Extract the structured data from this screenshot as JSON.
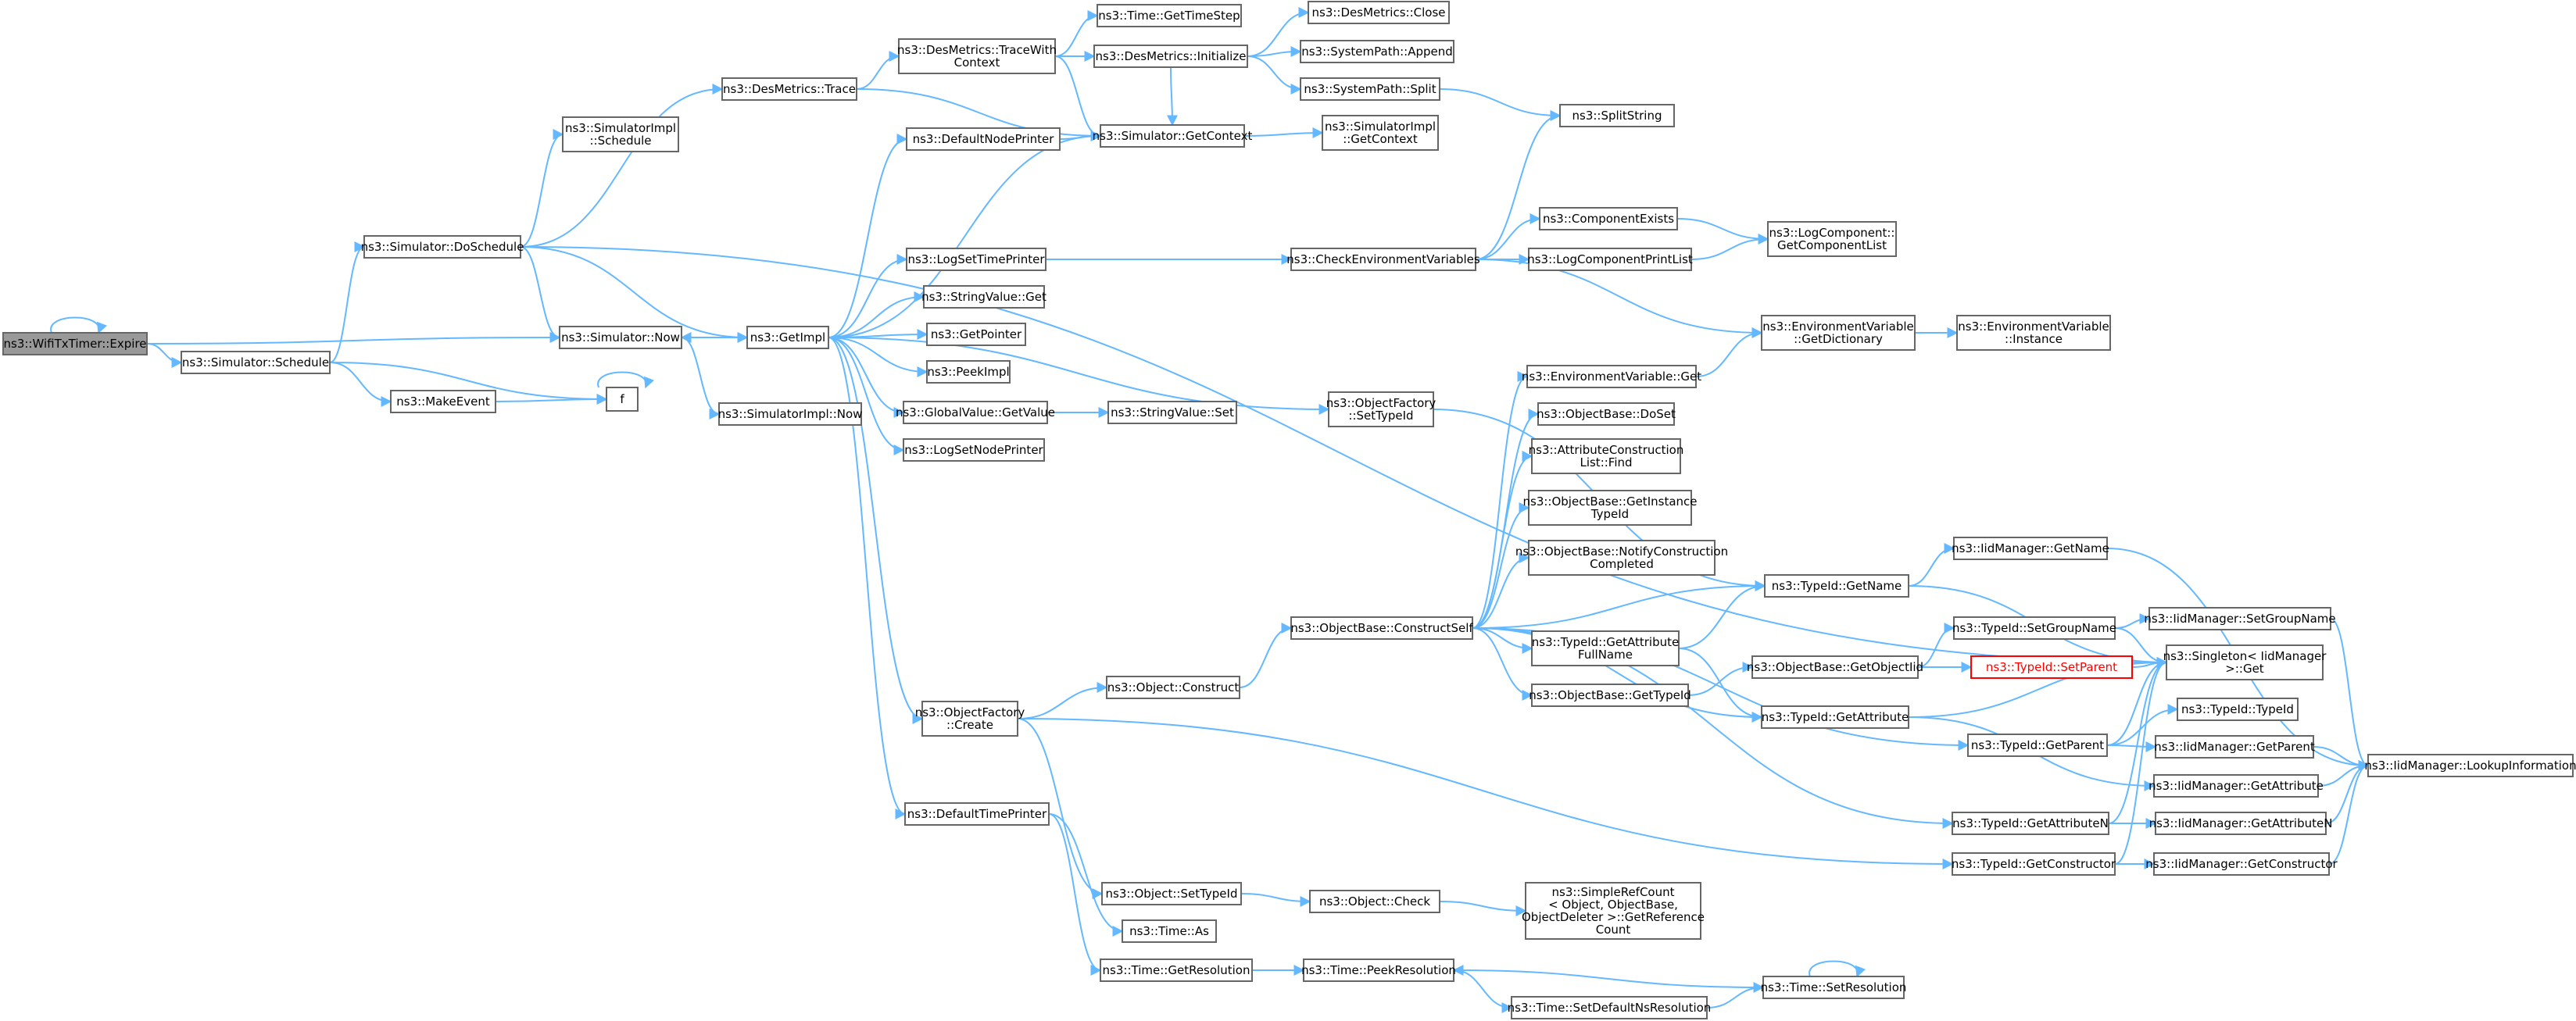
{
  "colors": {
    "edge": "#63b8ff",
    "node_border": "#666666",
    "root_fill": "#999999",
    "highlight": "#ff0000"
  },
  "nodes": [
    {
      "id": "n0",
      "lines": [
        "ns3::WifiTxTimer::Expire"
      ],
      "root": true
    },
    {
      "id": "n1",
      "lines": [
        "ns3::Simulator::Now"
      ]
    },
    {
      "id": "n2",
      "lines": [
        "ns3::Simulator::Schedule"
      ]
    },
    {
      "id": "n3",
      "lines": [
        "ns3::GetImpl"
      ]
    },
    {
      "id": "n4",
      "lines": [
        "ns3::SimulatorImpl::Now"
      ]
    },
    {
      "id": "n5",
      "lines": [
        "ns3::Simulator::DoSchedule"
      ]
    },
    {
      "id": "n6",
      "lines": [
        "ns3::MakeEvent"
      ]
    },
    {
      "id": "n7",
      "lines": [
        "f"
      ]
    },
    {
      "id": "n8",
      "lines": [
        "ns3::DesMetrics::Trace"
      ]
    },
    {
      "id": "n9",
      "lines": [
        "ns3::SimulatorImpl",
        "::Schedule"
      ]
    },
    {
      "id": "n10",
      "lines": [
        "ns3::DesMetrics::TraceWith",
        "Context"
      ]
    },
    {
      "id": "n11",
      "lines": [
        "ns3::Time::GetTimeStep"
      ]
    },
    {
      "id": "n12",
      "lines": [
        "ns3::DesMetrics::Initialize"
      ]
    },
    {
      "id": "n13",
      "lines": [
        "ns3::DesMetrics::Close"
      ]
    },
    {
      "id": "n14",
      "lines": [
        "ns3::SystemPath::Append"
      ]
    },
    {
      "id": "n15",
      "lines": [
        "ns3::SystemPath::Split"
      ]
    },
    {
      "id": "n16",
      "lines": [
        "ns3::SplitString"
      ]
    },
    {
      "id": "n17",
      "lines": [
        "ns3::Simulator::GetContext"
      ]
    },
    {
      "id": "n18",
      "lines": [
        "ns3::SimulatorImpl",
        "::GetContext"
      ]
    },
    {
      "id": "n19",
      "lines": [
        "ns3::DefaultNodePrinter"
      ]
    },
    {
      "id": "n20",
      "lines": [
        "ns3::LogSetTimePrinter"
      ]
    },
    {
      "id": "n21",
      "lines": [
        "ns3::CheckEnvironmentVariables"
      ]
    },
    {
      "id": "n22",
      "lines": [
        "ns3::ComponentExists"
      ]
    },
    {
      "id": "n23",
      "lines": [
        "ns3::LogComponentPrintList"
      ]
    },
    {
      "id": "n24",
      "lines": [
        "ns3::LogComponent::",
        "GetComponentList"
      ]
    },
    {
      "id": "n25",
      "lines": [
        "ns3::EnvironmentVariable",
        "::GetDictionary"
      ]
    },
    {
      "id": "n26",
      "lines": [
        "ns3::EnvironmentVariable",
        "::Instance"
      ]
    },
    {
      "id": "n27",
      "lines": [
        "ns3::StringValue::Get"
      ]
    },
    {
      "id": "n28",
      "lines": [
        "ns3::GetPointer"
      ]
    },
    {
      "id": "n29",
      "lines": [
        "ns3::PeekImpl"
      ]
    },
    {
      "id": "n30",
      "lines": [
        "ns3::GlobalValue::GetValue"
      ]
    },
    {
      "id": "n31",
      "lines": [
        "ns3::StringValue::Set"
      ]
    },
    {
      "id": "n32",
      "lines": [
        "ns3::LogSetNodePrinter"
      ]
    },
    {
      "id": "n33",
      "lines": [
        "ns3::ObjectFactory",
        "::SetTypeId"
      ]
    },
    {
      "id": "n34",
      "lines": [
        "ns3::EnvironmentVariable::Get"
      ]
    },
    {
      "id": "n35",
      "lines": [
        "ns3::ObjectBase::DoSet"
      ]
    },
    {
      "id": "n36",
      "lines": [
        "ns3::AttributeConstruction",
        "List::Find"
      ]
    },
    {
      "id": "n37",
      "lines": [
        "ns3::ObjectBase::GetInstance",
        "TypeId"
      ]
    },
    {
      "id": "n38",
      "lines": [
        "ns3::ObjectBase::NotifyConstruction",
        "Completed"
      ]
    },
    {
      "id": "n39",
      "lines": [
        "ns3::TypeId::GetName"
      ]
    },
    {
      "id": "n40",
      "lines": [
        "ns3::IidManager::GetName"
      ]
    },
    {
      "id": "n41",
      "lines": [
        "ns3::ObjectBase::ConstructSelf"
      ]
    },
    {
      "id": "n42",
      "lines": [
        "ns3::TypeId::GetAttribute",
        "FullName"
      ]
    },
    {
      "id": "n43",
      "lines": [
        "ns3::TypeId::SetGroupName"
      ]
    },
    {
      "id": "n44",
      "lines": [
        "ns3::IidManager::SetGroupName"
      ]
    },
    {
      "id": "n45",
      "lines": [
        "ns3::ObjectBase::GetObjectIid"
      ]
    },
    {
      "id": "n46",
      "lines": [
        "ns3::TypeId::SetParent"
      ],
      "highlight": true
    },
    {
      "id": "n47",
      "lines": [
        "ns3::Singleton< IidManager",
        ">::Get"
      ]
    },
    {
      "id": "n48",
      "lines": [
        "ns3::ObjectBase::GetTypeId"
      ]
    },
    {
      "id": "n49",
      "lines": [
        "ns3::TypeId::GetAttribute"
      ]
    },
    {
      "id": "n50",
      "lines": [
        "ns3::TypeId::TypeId"
      ]
    },
    {
      "id": "n51",
      "lines": [
        "ns3::TypeId::GetParent"
      ]
    },
    {
      "id": "n52",
      "lines": [
        "ns3::IidManager::GetParent"
      ]
    },
    {
      "id": "n53",
      "lines": [
        "ns3::IidManager::LookupInformation"
      ]
    },
    {
      "id": "n54",
      "lines": [
        "ns3::IidManager::GetAttribute"
      ]
    },
    {
      "id": "n55",
      "lines": [
        "ns3::Object::Construct"
      ]
    },
    {
      "id": "n56",
      "lines": [
        "ns3::ObjectFactory",
        "::Create"
      ]
    },
    {
      "id": "n57",
      "lines": [
        "ns3::DefaultTimePrinter"
      ]
    },
    {
      "id": "n58",
      "lines": [
        "ns3::TypeId::GetAttributeN"
      ]
    },
    {
      "id": "n59",
      "lines": [
        "ns3::IidManager::GetAttributeN"
      ]
    },
    {
      "id": "n60",
      "lines": [
        "ns3::TypeId::GetConstructor"
      ]
    },
    {
      "id": "n61",
      "lines": [
        "ns3::IidManager::GetConstructor"
      ]
    },
    {
      "id": "n62",
      "lines": [
        "ns3::Object::SetTypeId"
      ]
    },
    {
      "id": "n63",
      "lines": [
        "ns3::Object::Check"
      ]
    },
    {
      "id": "n64",
      "lines": [
        "ns3::SimpleRefCount",
        "< Object, ObjectBase,",
        "ObjectDeleter >::GetReference",
        "Count"
      ]
    },
    {
      "id": "n65",
      "lines": [
        "ns3::Time::As"
      ]
    },
    {
      "id": "n66",
      "lines": [
        "ns3::Time::GetResolution"
      ]
    },
    {
      "id": "n67",
      "lines": [
        "ns3::Time::PeekResolution"
      ]
    },
    {
      "id": "n68",
      "lines": [
        "ns3::Time::SetDefaultNsResolution"
      ]
    },
    {
      "id": "n69",
      "lines": [
        "ns3::Time::SetResolution"
      ]
    }
  ],
  "edges": [
    [
      "n0",
      "n0"
    ],
    [
      "n0",
      "n1"
    ],
    [
      "n0",
      "n2"
    ],
    [
      "n1",
      "n3"
    ],
    [
      "n1",
      "n4"
    ],
    [
      "n2",
      "n5"
    ],
    [
      "n2",
      "n6"
    ],
    [
      "n2",
      "n7"
    ],
    [
      "n5",
      "n8"
    ],
    [
      "n5",
      "n9"
    ],
    [
      "n5",
      "n1"
    ],
    [
      "n5",
      "n3"
    ],
    [
      "n5",
      "n47"
    ],
    [
      "n6",
      "n7"
    ],
    [
      "n7",
      "n7"
    ],
    [
      "n8",
      "n10"
    ],
    [
      "n8",
      "n17"
    ],
    [
      "n10",
      "n11"
    ],
    [
      "n10",
      "n12"
    ],
    [
      "n10",
      "n17"
    ],
    [
      "n12",
      "n13"
    ],
    [
      "n12",
      "n14"
    ],
    [
      "n12",
      "n15"
    ],
    [
      "n12",
      "n17"
    ],
    [
      "n15",
      "n16"
    ],
    [
      "n17",
      "n18"
    ],
    [
      "n3",
      "n17"
    ],
    [
      "n3",
      "n19"
    ],
    [
      "n3",
      "n20"
    ],
    [
      "n3",
      "n27"
    ],
    [
      "n3",
      "n28"
    ],
    [
      "n3",
      "n29"
    ],
    [
      "n3",
      "n30"
    ],
    [
      "n3",
      "n32"
    ],
    [
      "n3",
      "n33"
    ],
    [
      "n3",
      "n56"
    ],
    [
      "n3",
      "n57"
    ],
    [
      "n3",
      "n1"
    ],
    [
      "n19",
      "n17"
    ],
    [
      "n20",
      "n21"
    ],
    [
      "n21",
      "n16"
    ],
    [
      "n21",
      "n22"
    ],
    [
      "n21",
      "n23"
    ],
    [
      "n21",
      "n25"
    ],
    [
      "n22",
      "n24"
    ],
    [
      "n23",
      "n24"
    ],
    [
      "n25",
      "n26"
    ],
    [
      "n30",
      "n31"
    ],
    [
      "n33",
      "n39"
    ],
    [
      "n34",
      "n25"
    ],
    [
      "n41",
      "n34"
    ],
    [
      "n41",
      "n35"
    ],
    [
      "n41",
      "n36"
    ],
    [
      "n41",
      "n37"
    ],
    [
      "n41",
      "n38"
    ],
    [
      "n41",
      "n39"
    ],
    [
      "n41",
      "n42"
    ],
    [
      "n41",
      "n48"
    ],
    [
      "n41",
      "n49"
    ],
    [
      "n41",
      "n51"
    ],
    [
      "n41",
      "n58"
    ],
    [
      "n39",
      "n40"
    ],
    [
      "n39",
      "n47"
    ],
    [
      "n40",
      "n53"
    ],
    [
      "n42",
      "n39"
    ],
    [
      "n42",
      "n49"
    ],
    [
      "n45",
      "n43"
    ],
    [
      "n45",
      "n46"
    ],
    [
      "n43",
      "n44"
    ],
    [
      "n43",
      "n47"
    ],
    [
      "n44",
      "n53"
    ],
    [
      "n46",
      "n47"
    ],
    [
      "n48",
      "n45"
    ],
    [
      "n49",
      "n47"
    ],
    [
      "n49",
      "n54"
    ],
    [
      "n51",
      "n47"
    ],
    [
      "n51",
      "n50"
    ],
    [
      "n51",
      "n52"
    ],
    [
      "n52",
      "n53"
    ],
    [
      "n54",
      "n53"
    ],
    [
      "n58",
      "n47"
    ],
    [
      "n58",
      "n59"
    ],
    [
      "n59",
      "n53"
    ],
    [
      "n60",
      "n47"
    ],
    [
      "n60",
      "n61"
    ],
    [
      "n61",
      "n53"
    ],
    [
      "n55",
      "n41"
    ],
    [
      "n56",
      "n55"
    ],
    [
      "n56",
      "n62"
    ],
    [
      "n56",
      "n60"
    ],
    [
      "n57",
      "n65"
    ],
    [
      "n57",
      "n66"
    ],
    [
      "n62",
      "n63"
    ],
    [
      "n63",
      "n64"
    ],
    [
      "n66",
      "n67"
    ],
    [
      "n67",
      "n68"
    ],
    [
      "n68",
      "n69"
    ],
    [
      "n69",
      "n67"
    ],
    [
      "n69",
      "n69"
    ]
  ]
}
